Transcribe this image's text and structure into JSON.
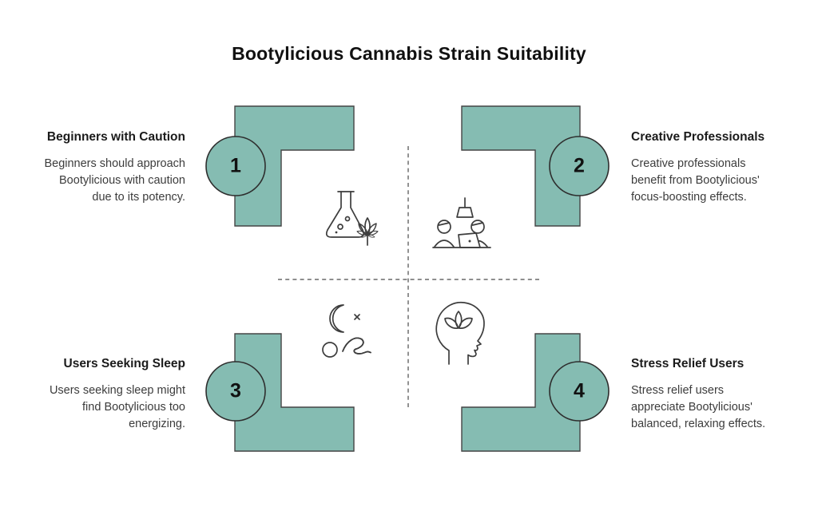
{
  "title": "Bootylicious Cannabis Strain Suitability",
  "colors": {
    "accent_teal": "#85BCB2",
    "shape_stroke": "#454545",
    "icon_stroke": "#3d3d3d",
    "heading_text": "#1b1b1b",
    "body_text": "#3c3c3c",
    "background": "#ffffff"
  },
  "items": [
    {
      "number": "1",
      "title": "Beginners with Caution",
      "description": "Beginners should approach\nBootylicious with caution\ndue to its potency.",
      "icon": "flask-cannabis-icon"
    },
    {
      "number": "2",
      "title": "Creative Professionals",
      "description": "Creative professionals\nbenefit from Bootylicious'\nfocus-boosting effects.",
      "icon": "collaboration-desk-icon"
    },
    {
      "number": "3",
      "title": "Users Seeking Sleep",
      "description": "Users seeking sleep might\nfind Bootylicious too\nenergizing.",
      "icon": "moon-sleeper-icon"
    },
    {
      "number": "4",
      "title": "Stress Relief Users",
      "description": "Stress relief users\nappreciate Bootylicious'\nbalanced, relaxing effects.",
      "icon": "head-lotus-icon"
    }
  ]
}
